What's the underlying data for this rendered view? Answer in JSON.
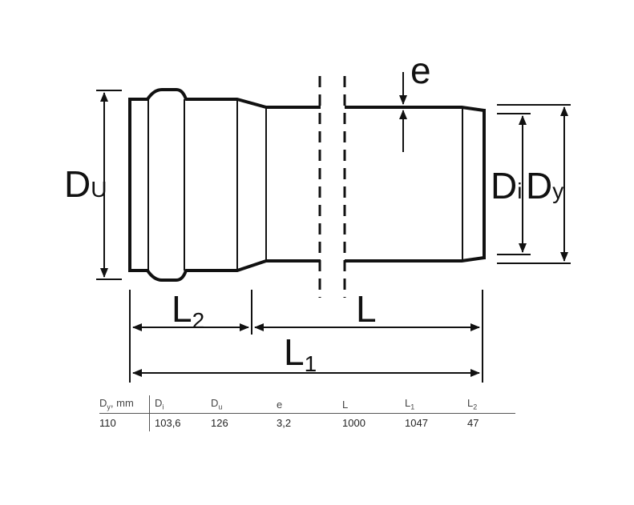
{
  "drawing": {
    "labels": {
      "du_main": "D",
      "du_sub": "U",
      "di_main": "D",
      "di_sub": "i",
      "dy_main": "D",
      "dy_sub": "y",
      "e": "e",
      "l2_main": "L",
      "l2_sub": "2",
      "l": "L",
      "l1_main": "L",
      "l1_sub": "1"
    }
  },
  "table": {
    "headers": [
      {
        "main": "D",
        "sub": "y",
        "suffix": ", mm"
      },
      {
        "main": "D",
        "sub": "i",
        "suffix": ""
      },
      {
        "main": "D",
        "sub": "u",
        "suffix": ""
      },
      {
        "main": "e",
        "sub": "",
        "suffix": ""
      },
      {
        "main": "L",
        "sub": "",
        "suffix": ""
      },
      {
        "main": "L",
        "sub": "1",
        "suffix": ""
      },
      {
        "main": "L",
        "sub": "2",
        "suffix": ""
      }
    ],
    "values": [
      "110",
      "103,6",
      "126",
      "3,2",
      "1000",
      "1047",
      "47"
    ]
  }
}
